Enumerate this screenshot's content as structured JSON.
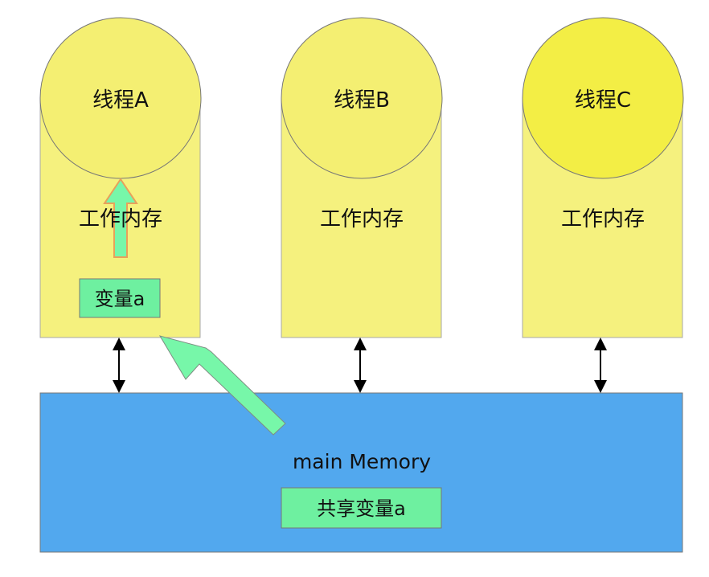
{
  "threads": [
    {
      "name": "线程A",
      "memory_label": "工作内存",
      "variable_label": "变量a"
    },
    {
      "name": "线程B",
      "memory_label": "工作内存"
    },
    {
      "name": "线程C",
      "memory_label": "工作内存"
    }
  ],
  "main_memory": {
    "label": "main Memory",
    "shared_variable_label": "共享变量a"
  },
  "colors": {
    "thread_body": "#f5f17e",
    "thread_circle": "#f4ef72",
    "thread_c_circle": "#f3ee45",
    "main_memory": "#52a8ee",
    "variable_box": "#6ef0a0",
    "arrow_fill": "#77f7a9",
    "arrow_outline": "#e8a15a"
  }
}
